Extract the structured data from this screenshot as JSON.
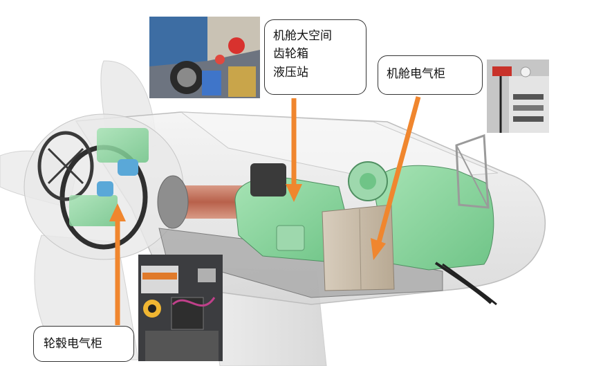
{
  "labels": {
    "nacelle_top": [
      "机舱大空间",
      "齿轮箱",
      "液压站"
    ],
    "nacelle_cabinet": "机舱电气柜",
    "hub_cabinet": "轮毂电气柜"
  },
  "colors": {
    "arrow": "#f0862e",
    "component_green": "#86d29a",
    "shell": "#e6e6e6",
    "main_shaft": "#c77a63",
    "cabinet": "#c9bba8",
    "callout_border": "#333333"
  },
  "photos": [
    {
      "name": "photo-nacelle-space-icon"
    },
    {
      "name": "photo-nacelle-cabinet-icon"
    },
    {
      "name": "photo-hub-cabinet-icon"
    }
  ]
}
